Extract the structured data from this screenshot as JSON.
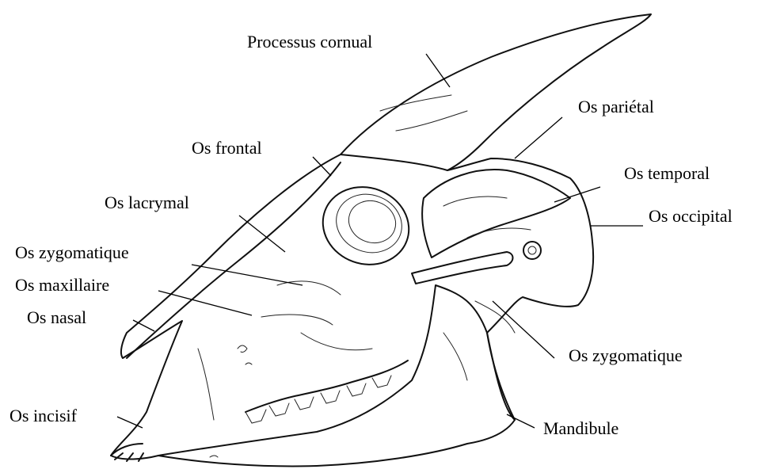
{
  "diagram": {
    "labels": {
      "processus_cornual": "Processus cornual",
      "os_parietal": "Os pariétal",
      "os_frontal": "Os frontal",
      "os_temporal": "Os temporal",
      "os_lacrymal": "Os lacrymal",
      "os_occipital": "Os occipital",
      "os_zygomatique_left": "Os zygomatique",
      "os_maxillaire": "Os maxillaire",
      "os_nasal": "Os nasal",
      "os_zygomatique_right": "Os zygomatique",
      "os_incisif": "Os incisif",
      "mandibule": "Mandibule"
    },
    "colors": {
      "ink": "#000000",
      "background": "#ffffff"
    }
  }
}
